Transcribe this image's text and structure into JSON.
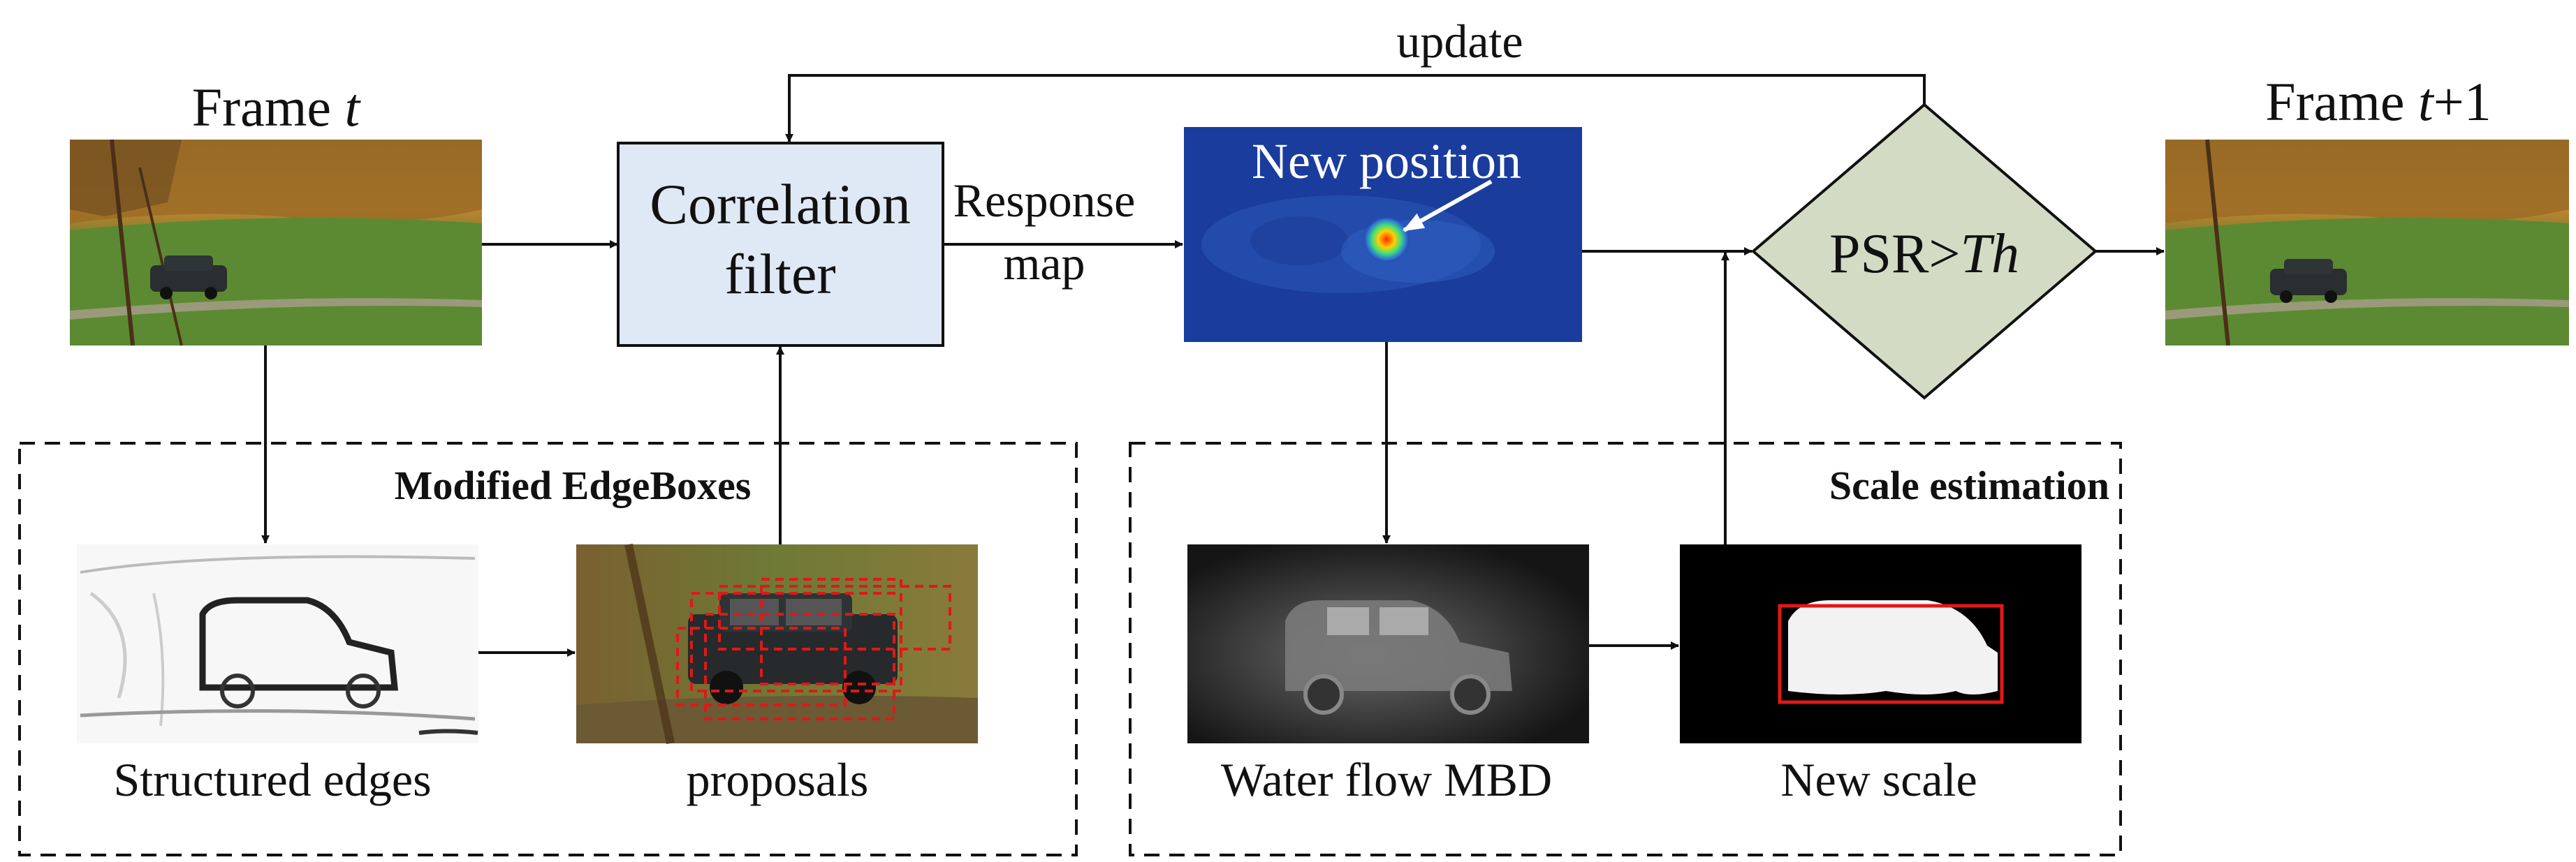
{
  "frames": {
    "input_label": "Frame",
    "input_var": "t",
    "output_label": "Frame",
    "output_var": "t",
    "output_suffix": "+1"
  },
  "filter": {
    "line1": "Correlation",
    "line2": "filter"
  },
  "response": {
    "line1": "Response",
    "line2": "map"
  },
  "position": {
    "label": "New position"
  },
  "decision": {
    "prefix": "PSR>",
    "var": "Th"
  },
  "feedback": {
    "label": "update"
  },
  "edgeboxes": {
    "title": "Modified EdgeBoxes",
    "left_caption": "Structured edges",
    "right_caption": "proposals"
  },
  "scale": {
    "title": "Scale estimation",
    "left_caption": "Water flow MBD",
    "right_caption": "New scale"
  },
  "colors": {
    "filter_fill": "#dfe8f5",
    "decision_fill": "#d3dbc5",
    "heatmap_bg": "#1a3c9c",
    "proposal_red": "#e01818",
    "scale_box_red": "#e01818"
  }
}
